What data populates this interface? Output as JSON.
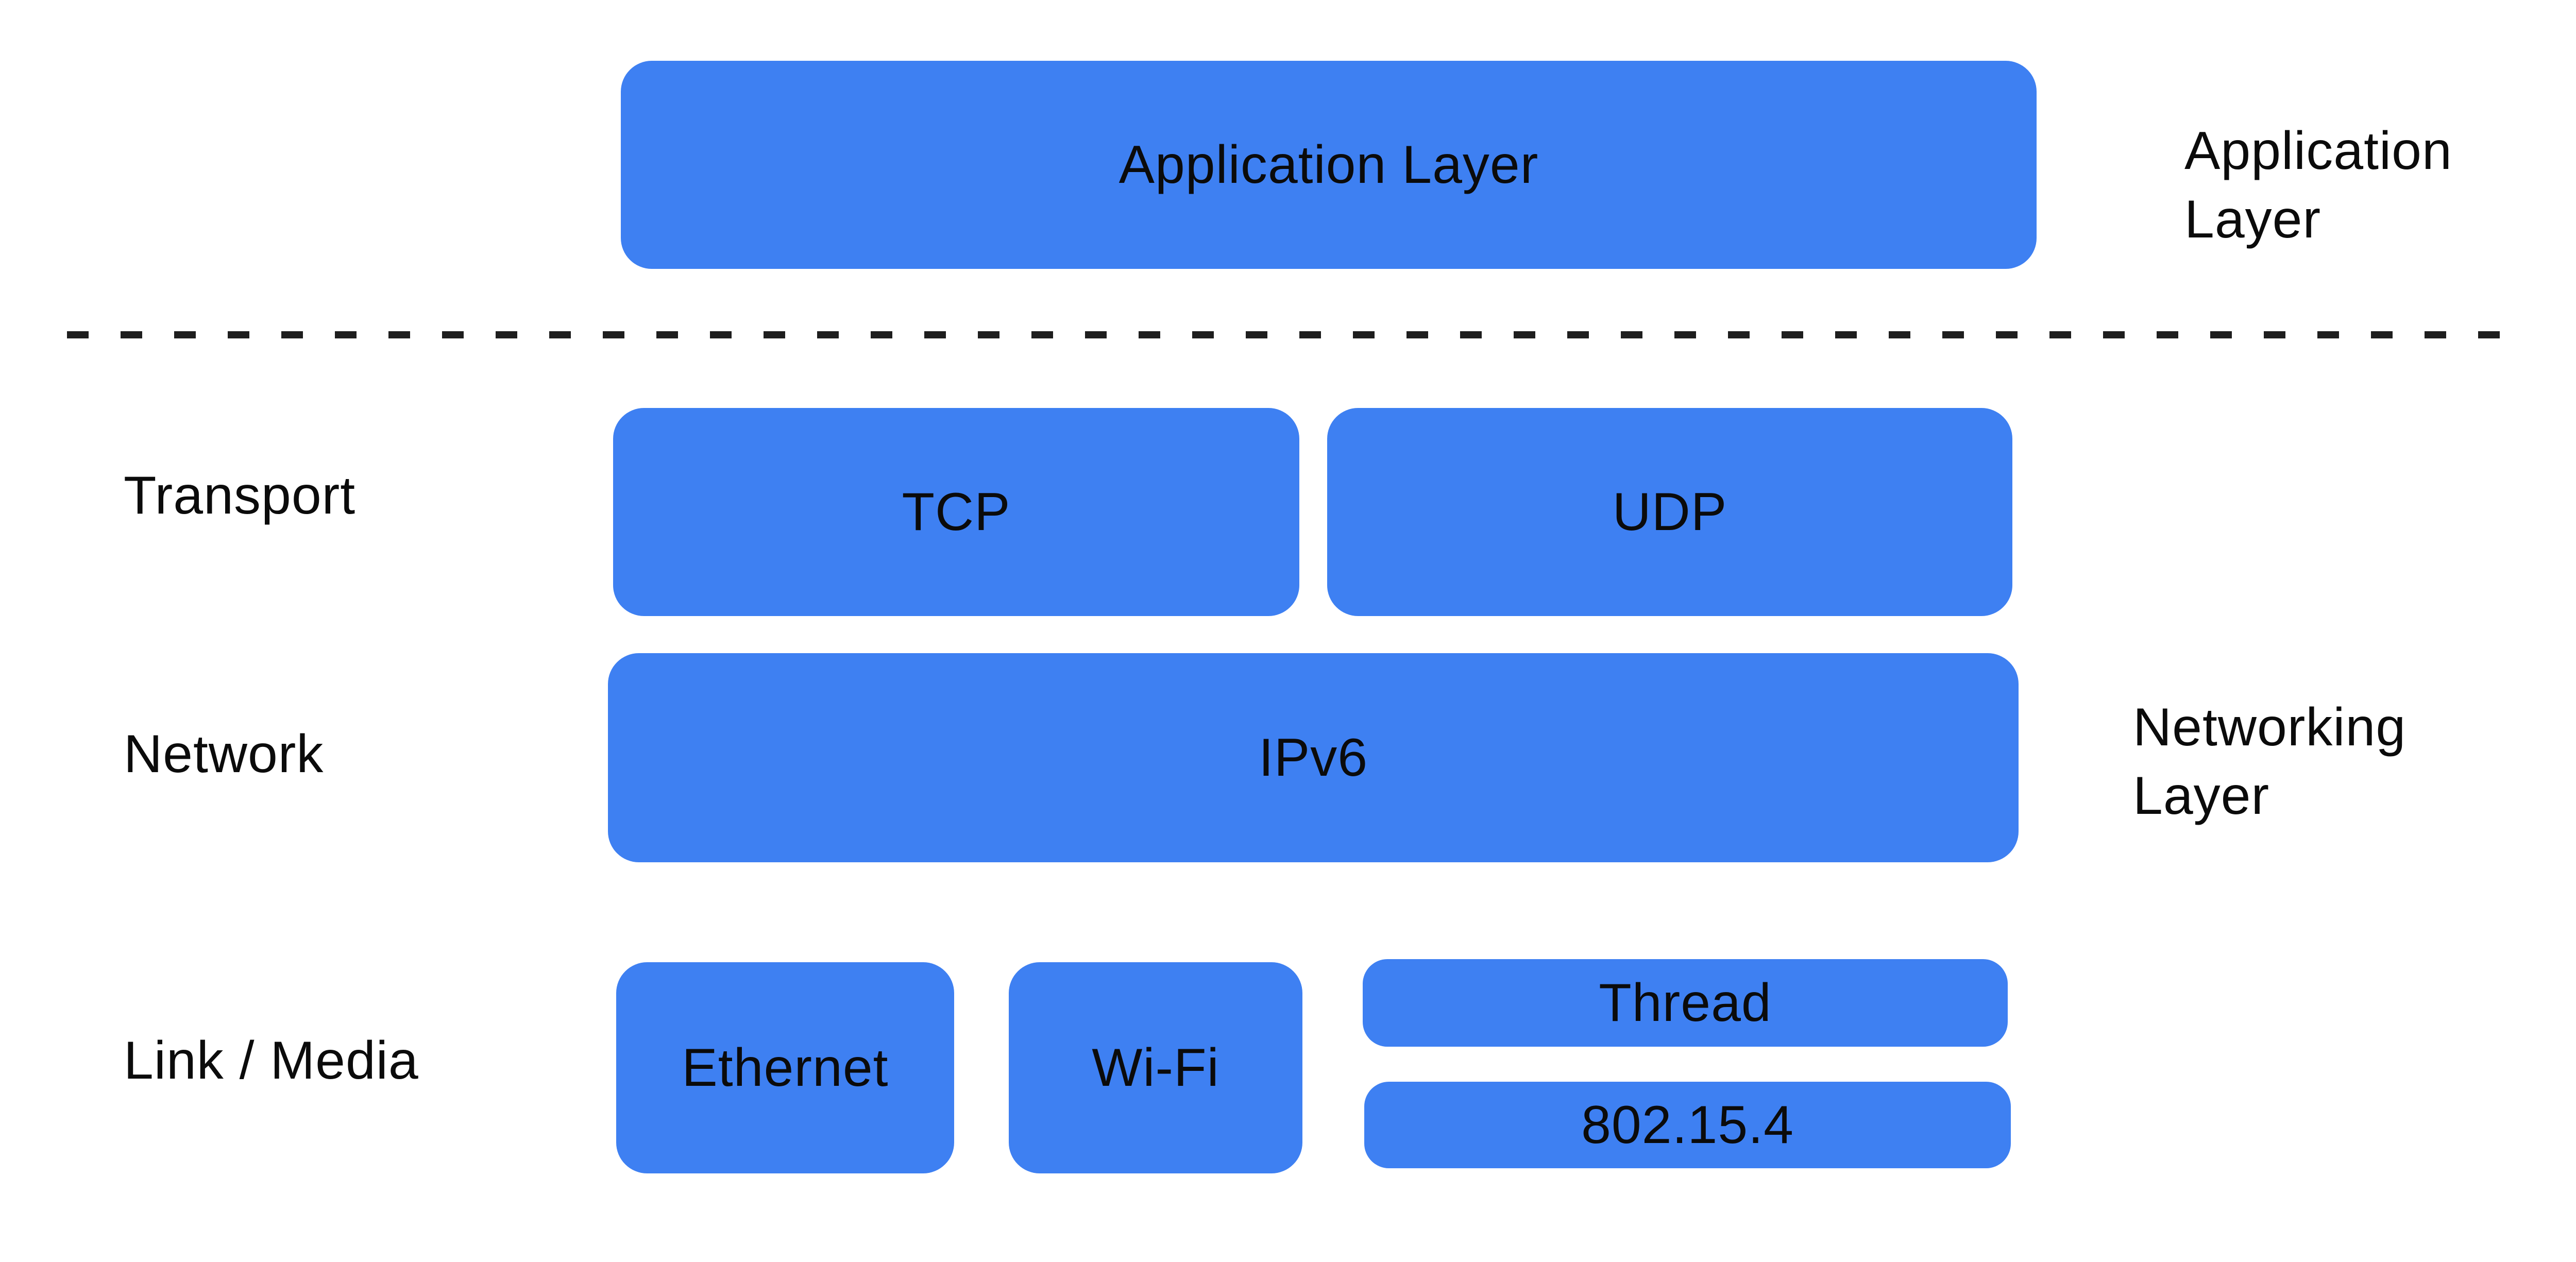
{
  "colors": {
    "accent_blue": "#3E80F2",
    "text": "#0B0B0B",
    "divider": "#1E1E1E",
    "background": "#FFFFFF"
  },
  "stack": {
    "application": {
      "box_label": "Application Layer",
      "side_label": "Application Layer"
    },
    "transport": {
      "row_label": "Transport",
      "boxes": {
        "tcp": "TCP",
        "udp": "UDP"
      }
    },
    "network": {
      "row_label": "Network",
      "box_label": "IPv6",
      "side_label": "Networking Layer"
    },
    "link": {
      "row_label": "Link / Media",
      "boxes": {
        "ethernet": "Ethernet",
        "wifi": "Wi-Fi",
        "thread": "Thread",
        "ieee_802_15_4": "802.15.4"
      }
    }
  }
}
